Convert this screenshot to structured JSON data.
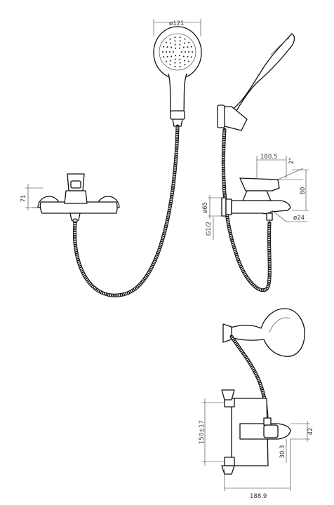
{
  "dimensions": {
    "head_diameter": "ø121",
    "front_height": "71",
    "spout_reach": "180.5",
    "spout_angle": "2°",
    "side_height": "80",
    "flange_diameter": "ø65",
    "outlet_diameter": "ø24",
    "thread": "G1/2",
    "axis_distance": "150±17",
    "handle_height": "42",
    "handle_offset": "30.3",
    "total_depth": "188.9"
  }
}
